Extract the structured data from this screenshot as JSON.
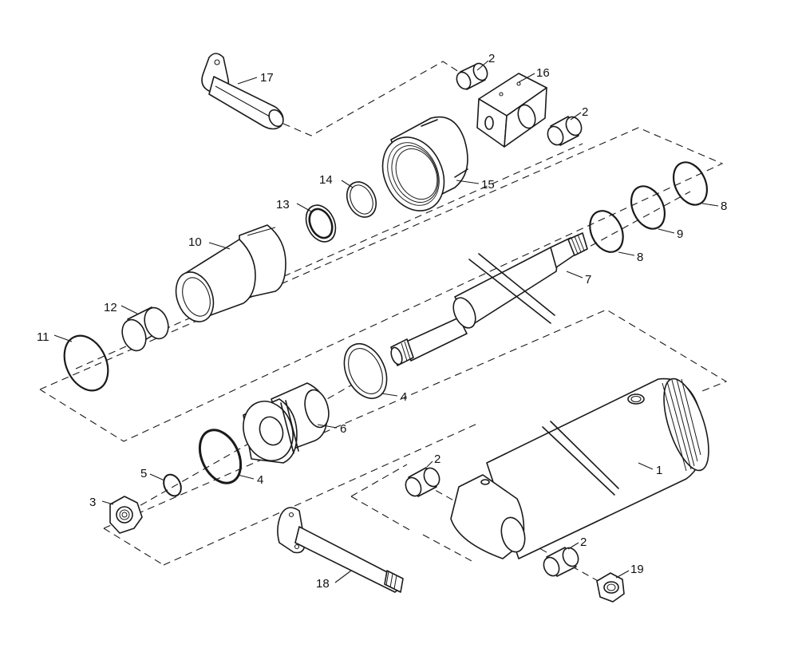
{
  "diagram": {
    "parts": [
      {
        "id": "1",
        "text": "1"
      },
      {
        "id": "2a",
        "text": "2"
      },
      {
        "id": "2b",
        "text": "2"
      },
      {
        "id": "2c",
        "text": "2"
      },
      {
        "id": "2d",
        "text": "2"
      },
      {
        "id": "3",
        "text": "3"
      },
      {
        "id": "4a",
        "text": "4"
      },
      {
        "id": "4b",
        "text": "4"
      },
      {
        "id": "5",
        "text": "5"
      },
      {
        "id": "6",
        "text": "6"
      },
      {
        "id": "7",
        "text": "7"
      },
      {
        "id": "8a",
        "text": "8"
      },
      {
        "id": "8b",
        "text": "8"
      },
      {
        "id": "9",
        "text": "9"
      },
      {
        "id": "10",
        "text": "10"
      },
      {
        "id": "11",
        "text": "11"
      },
      {
        "id": "12",
        "text": "12"
      },
      {
        "id": "13",
        "text": "13"
      },
      {
        "id": "14",
        "text": "14"
      },
      {
        "id": "15",
        "text": "15"
      },
      {
        "id": "16",
        "text": "16"
      },
      {
        "id": "17",
        "text": "17"
      },
      {
        "id": "18",
        "text": "18"
      },
      {
        "id": "19",
        "text": "19"
      }
    ]
  }
}
